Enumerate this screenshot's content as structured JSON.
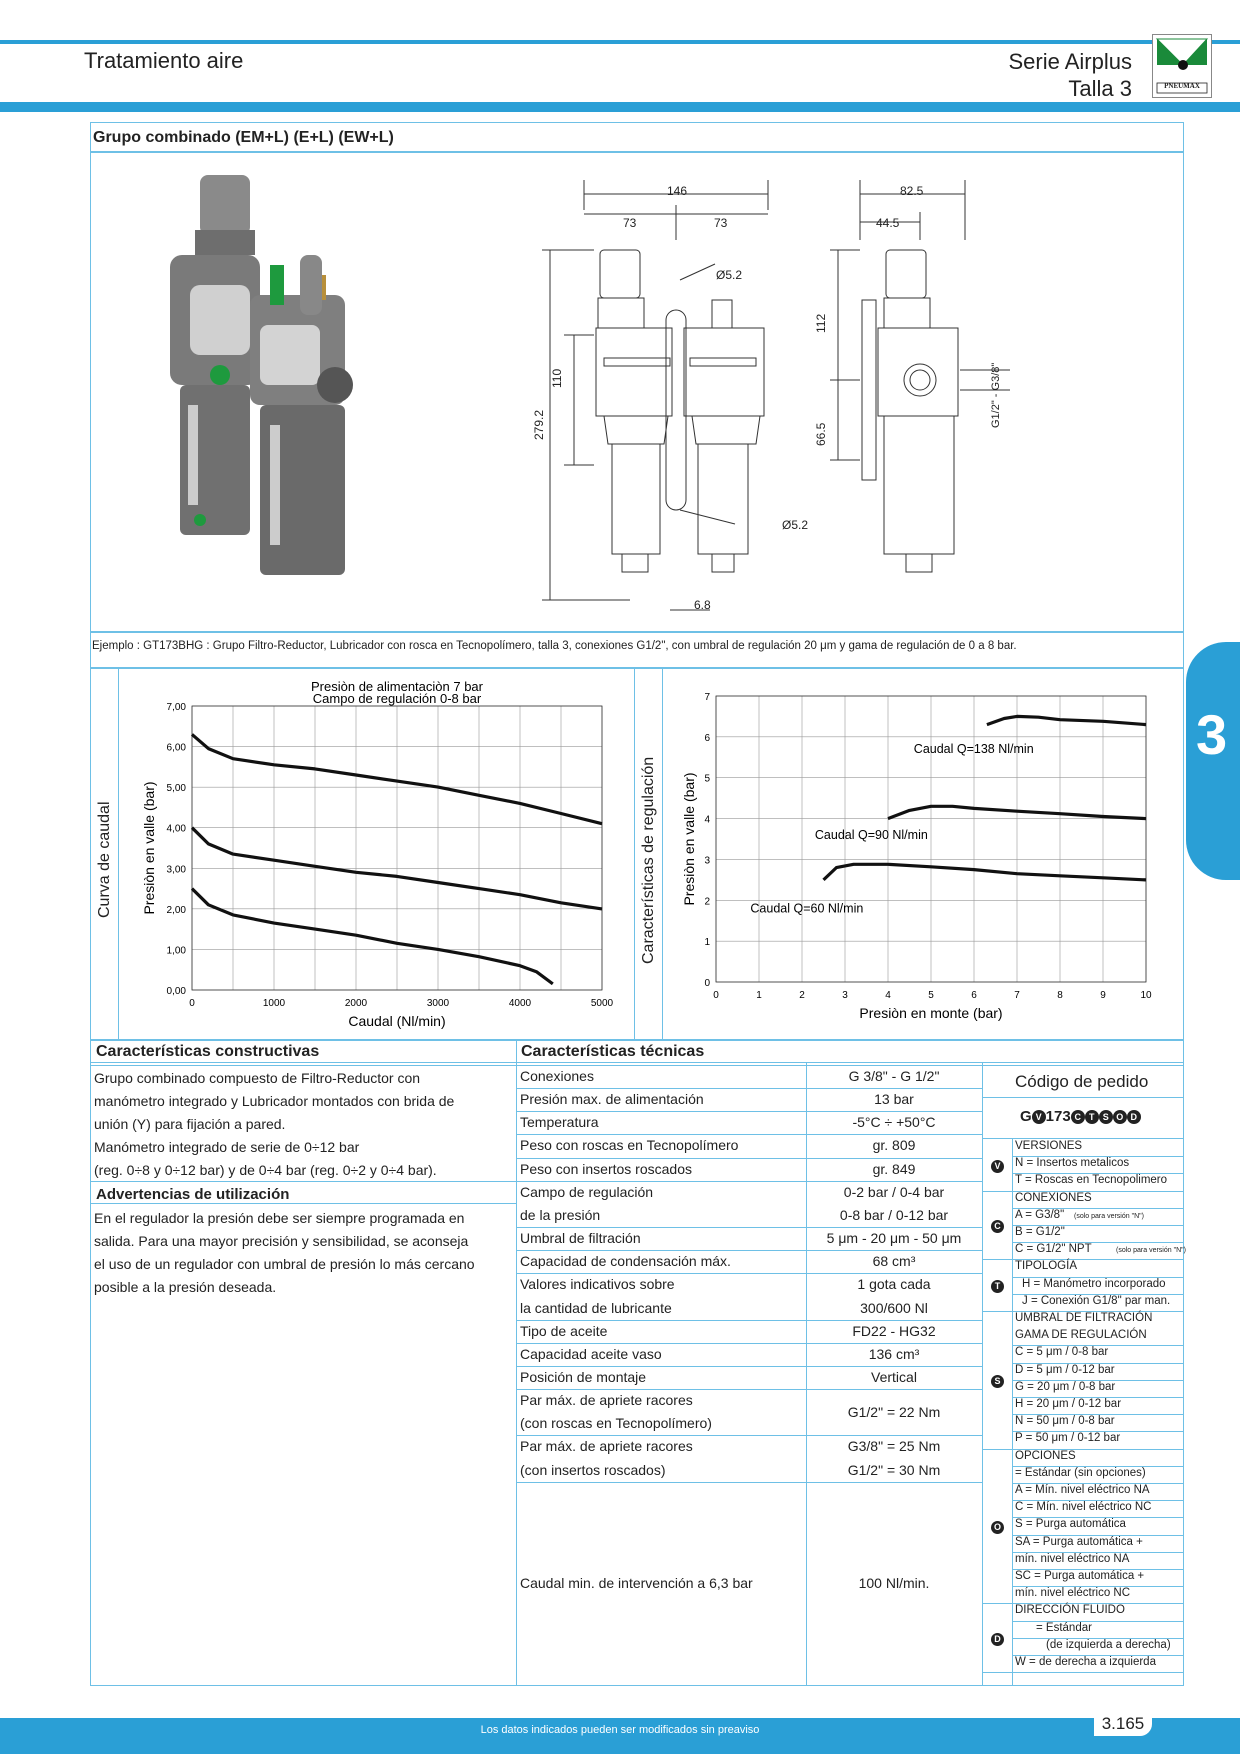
{
  "header": {
    "left": "Tratamiento aire",
    "series": "Serie Airplus",
    "size": "Talla 3",
    "logo_text": "PNEUMAX"
  },
  "section_title": "Grupo combinado (EM+L) (E+L) (EW+L)",
  "drawing": {
    "d146": "146",
    "d73a": "73",
    "d73b": "73",
    "d825": "82.5",
    "d445": "44.5",
    "d52a": "Ø5.2",
    "d52b": "Ø5.2",
    "d110": "110",
    "d2792": "279.2",
    "d112": "112",
    "d665": "66.5",
    "d68": "6.8",
    "port": "G1/2\" - G3/8\""
  },
  "example": "Ejemplo : GT173BHG : Grupo Filtro-Reductor, Lubricador con rosca en Tecnopolímero, talla 3, conexiones G1/2\", con umbral de regulación 20 μm y gama de regulación de 0 a 8 bar.",
  "chart_data": [
    {
      "type": "line",
      "title": "Presiòn de alimentaciòn 7 bar",
      "subtitle": "Campo de regulación 0-8 bar",
      "side_label": "Curva de caudal",
      "xlabel": "Caudal (Nl/min)",
      "ylabel": "Presiòn en valle (bar)",
      "xlim": [
        0,
        5000
      ],
      "ylim": [
        0,
        7
      ],
      "xticks": [
        "0",
        "1000",
        "2000",
        "3000",
        "4000",
        "5000"
      ],
      "yticks": [
        "0,00",
        "1,00",
        "2,00",
        "3,00",
        "4,00",
        "5,00",
        "6,00",
        "7,00"
      ],
      "series": [
        {
          "x": [
            0,
            200,
            500,
            1000,
            1500,
            2000,
            2500,
            3000,
            3500,
            4000,
            4500,
            5000
          ],
          "y": [
            6.3,
            5.95,
            5.7,
            5.55,
            5.45,
            5.3,
            5.15,
            5.0,
            4.8,
            4.6,
            4.35,
            4.1
          ]
        },
        {
          "x": [
            0,
            200,
            500,
            1000,
            1500,
            2000,
            2500,
            3000,
            3500,
            4000,
            4500,
            5000
          ],
          "y": [
            4.0,
            3.6,
            3.35,
            3.2,
            3.05,
            2.9,
            2.8,
            2.65,
            2.5,
            2.35,
            2.15,
            2.0
          ]
        },
        {
          "x": [
            0,
            200,
            500,
            1000,
            1500,
            2000,
            2500,
            3000,
            3500,
            4000,
            4200,
            4400
          ],
          "y": [
            2.5,
            2.1,
            1.85,
            1.65,
            1.5,
            1.35,
            1.15,
            1.0,
            0.82,
            0.6,
            0.45,
            0.15
          ]
        }
      ]
    },
    {
      "type": "line",
      "side_label": "Características de regulación",
      "xlabel": "Presiòn en monte (bar)",
      "ylabel": "Presiòn en valle (bar)",
      "xlim": [
        0,
        10
      ],
      "ylim": [
        0,
        7
      ],
      "xticks": [
        "0",
        "1",
        "2",
        "3",
        "4",
        "5",
        "6",
        "7",
        "8",
        "9",
        "10"
      ],
      "yticks": [
        "0",
        "1",
        "2",
        "3",
        "4",
        "5",
        "6",
        "7"
      ],
      "series": [
        {
          "name": "Caudal Q=138 Nl/min",
          "x": [
            6.3,
            6.7,
            7.0,
            7.5,
            8.0,
            9.0,
            10.0
          ],
          "y": [
            6.3,
            6.45,
            6.5,
            6.48,
            6.42,
            6.38,
            6.3
          ]
        },
        {
          "name": "Caudal Q=90 Nl/min",
          "x": [
            4.0,
            4.5,
            5.0,
            5.5,
            6.0,
            7.0,
            8.0,
            9.0,
            10.0
          ],
          "y": [
            4.0,
            4.2,
            4.3,
            4.3,
            4.25,
            4.18,
            4.12,
            4.05,
            4.0
          ]
        },
        {
          "name": "Caudal Q=60 Nl/min",
          "x": [
            2.5,
            2.8,
            3.2,
            4.0,
            5.0,
            6.0,
            7.0,
            8.0,
            9.0,
            10.0
          ],
          "y": [
            2.5,
            2.8,
            2.88,
            2.88,
            2.82,
            2.75,
            2.65,
            2.6,
            2.55,
            2.5
          ]
        }
      ]
    }
  ],
  "constructivas": {
    "title": "Características constructivas",
    "lines": [
      "Grupo combinado compuesto de Filtro-Reductor con",
      "manómetro integrado y Lubricador montados con brida de",
      "unión (Y) para fijación a pared.",
      "Manómetro integrado de serie de 0÷12 bar",
      "(reg. 0÷8 y 0÷12 bar) y de 0÷4 bar (reg. 0÷2 y 0÷4 bar)."
    ]
  },
  "advertencias": {
    "title": "Advertencias de utilización",
    "lines": [
      "En el regulador la presión debe ser siempre programada en",
      "salida. Para una mayor precisión y sensibilidad, se aconseja",
      "el uso de un regulador con umbral de presión lo más cercano",
      "posible a la presión deseada."
    ]
  },
  "tecnicas": {
    "title": "Características técnicas",
    "rows": [
      [
        "Conexiones",
        "G 3/8\" - G 1/2\""
      ],
      [
        "Presión max. de alimentación",
        "13 bar"
      ],
      [
        "Temperatura",
        "-5°C ÷ +50°C"
      ],
      [
        "Peso con roscas en Tecnopolímero",
        "gr. 809"
      ],
      [
        "Peso con insertos roscados",
        "gr. 849"
      ],
      [
        "Campo de regulación",
        "0-2 bar / 0-4 bar"
      ],
      [
        "de la presión",
        "0-8 bar / 0-12 bar"
      ],
      [
        "Umbral de filtración",
        "5 μm - 20 μm - 50 μm"
      ],
      [
        "Capacidad de condensación máx.",
        "68 cm³"
      ],
      [
        "Valores indicativos sobre",
        "1 gota cada"
      ],
      [
        "la cantidad de lubricante",
        "300/600 Nl"
      ],
      [
        "Tipo de aceite",
        "FD22 - HG32"
      ],
      [
        "Capacidad aceite vaso",
        "136 cm³"
      ],
      [
        "Posición de montaje",
        "Vertical"
      ],
      [
        "Par máx. de apriete racores",
        "G1/2\" = 22 Nm"
      ],
      [
        "(con roscas en Tecnopolímero)",
        ""
      ],
      [
        "Par máx. de apriete racores",
        "G3/8\" = 25 Nm"
      ],
      [
        "(con insertos roscados)",
        "G1/2\" = 30 Nm"
      ],
      [
        "Caudal min. de intervención a 6,3 bar",
        "100 Nl/min."
      ]
    ]
  },
  "pedido": {
    "title": "Código de pedido",
    "code_prefix": "G",
    "code_mid": "173",
    "code_letters": [
      "V",
      "C",
      "T",
      "S",
      "O",
      "D"
    ],
    "versiones": {
      "title": "VERSIONES",
      "items": [
        "N = Insertos metalicos",
        "T = Roscas en Tecnopolimero"
      ]
    },
    "conexiones": {
      "title": "CONEXIONES",
      "items": [
        "A = G3/8\"",
        "B = G1/2\"",
        "C = G1/2\" NPT"
      ],
      "note": "(solo para versión \"N\")"
    },
    "tipologia": {
      "title": "TIPOLOGÍA",
      "items": [
        "H = Manómetro incorporado",
        "J = Conexión G1/8\" par man."
      ]
    },
    "umbral": {
      "title1": "UMBRAL DE FILTRACIÓN",
      "title2": "GAMA DE REGULACIÓN",
      "items": [
        "C = 5 μm / 0-8 bar",
        "D = 5 μm / 0-12 bar",
        "G = 20 μm / 0-8 bar",
        "H = 20 μm / 0-12 bar",
        "N = 50 μm / 0-8 bar",
        "P = 50 μm / 0-12 bar"
      ]
    },
    "opciones": {
      "title": "OPCIONES",
      "items": [
        "=   Estándar (sin opciones)",
        "A =   Mín. nivel eléctrico NA",
        "C =   Mín. nivel eléctrico NC",
        "S =   Purga automática",
        "SA = Purga automática +",
        "         mín. nivel eléctrico NA",
        "SC = Purga automática +",
        "         mín. nivel eléctrico NC"
      ]
    },
    "direccion": {
      "title": "DIRECCIÓN FLUIDO",
      "items": [
        "= Estándar",
        "(de izquierda a derecha)",
        "W = de derecha a izquierda"
      ]
    }
  },
  "tab_number": "3",
  "footer": {
    "note": "Los datos indicados pueden ser modificados sin preaviso",
    "page": "3.165"
  }
}
